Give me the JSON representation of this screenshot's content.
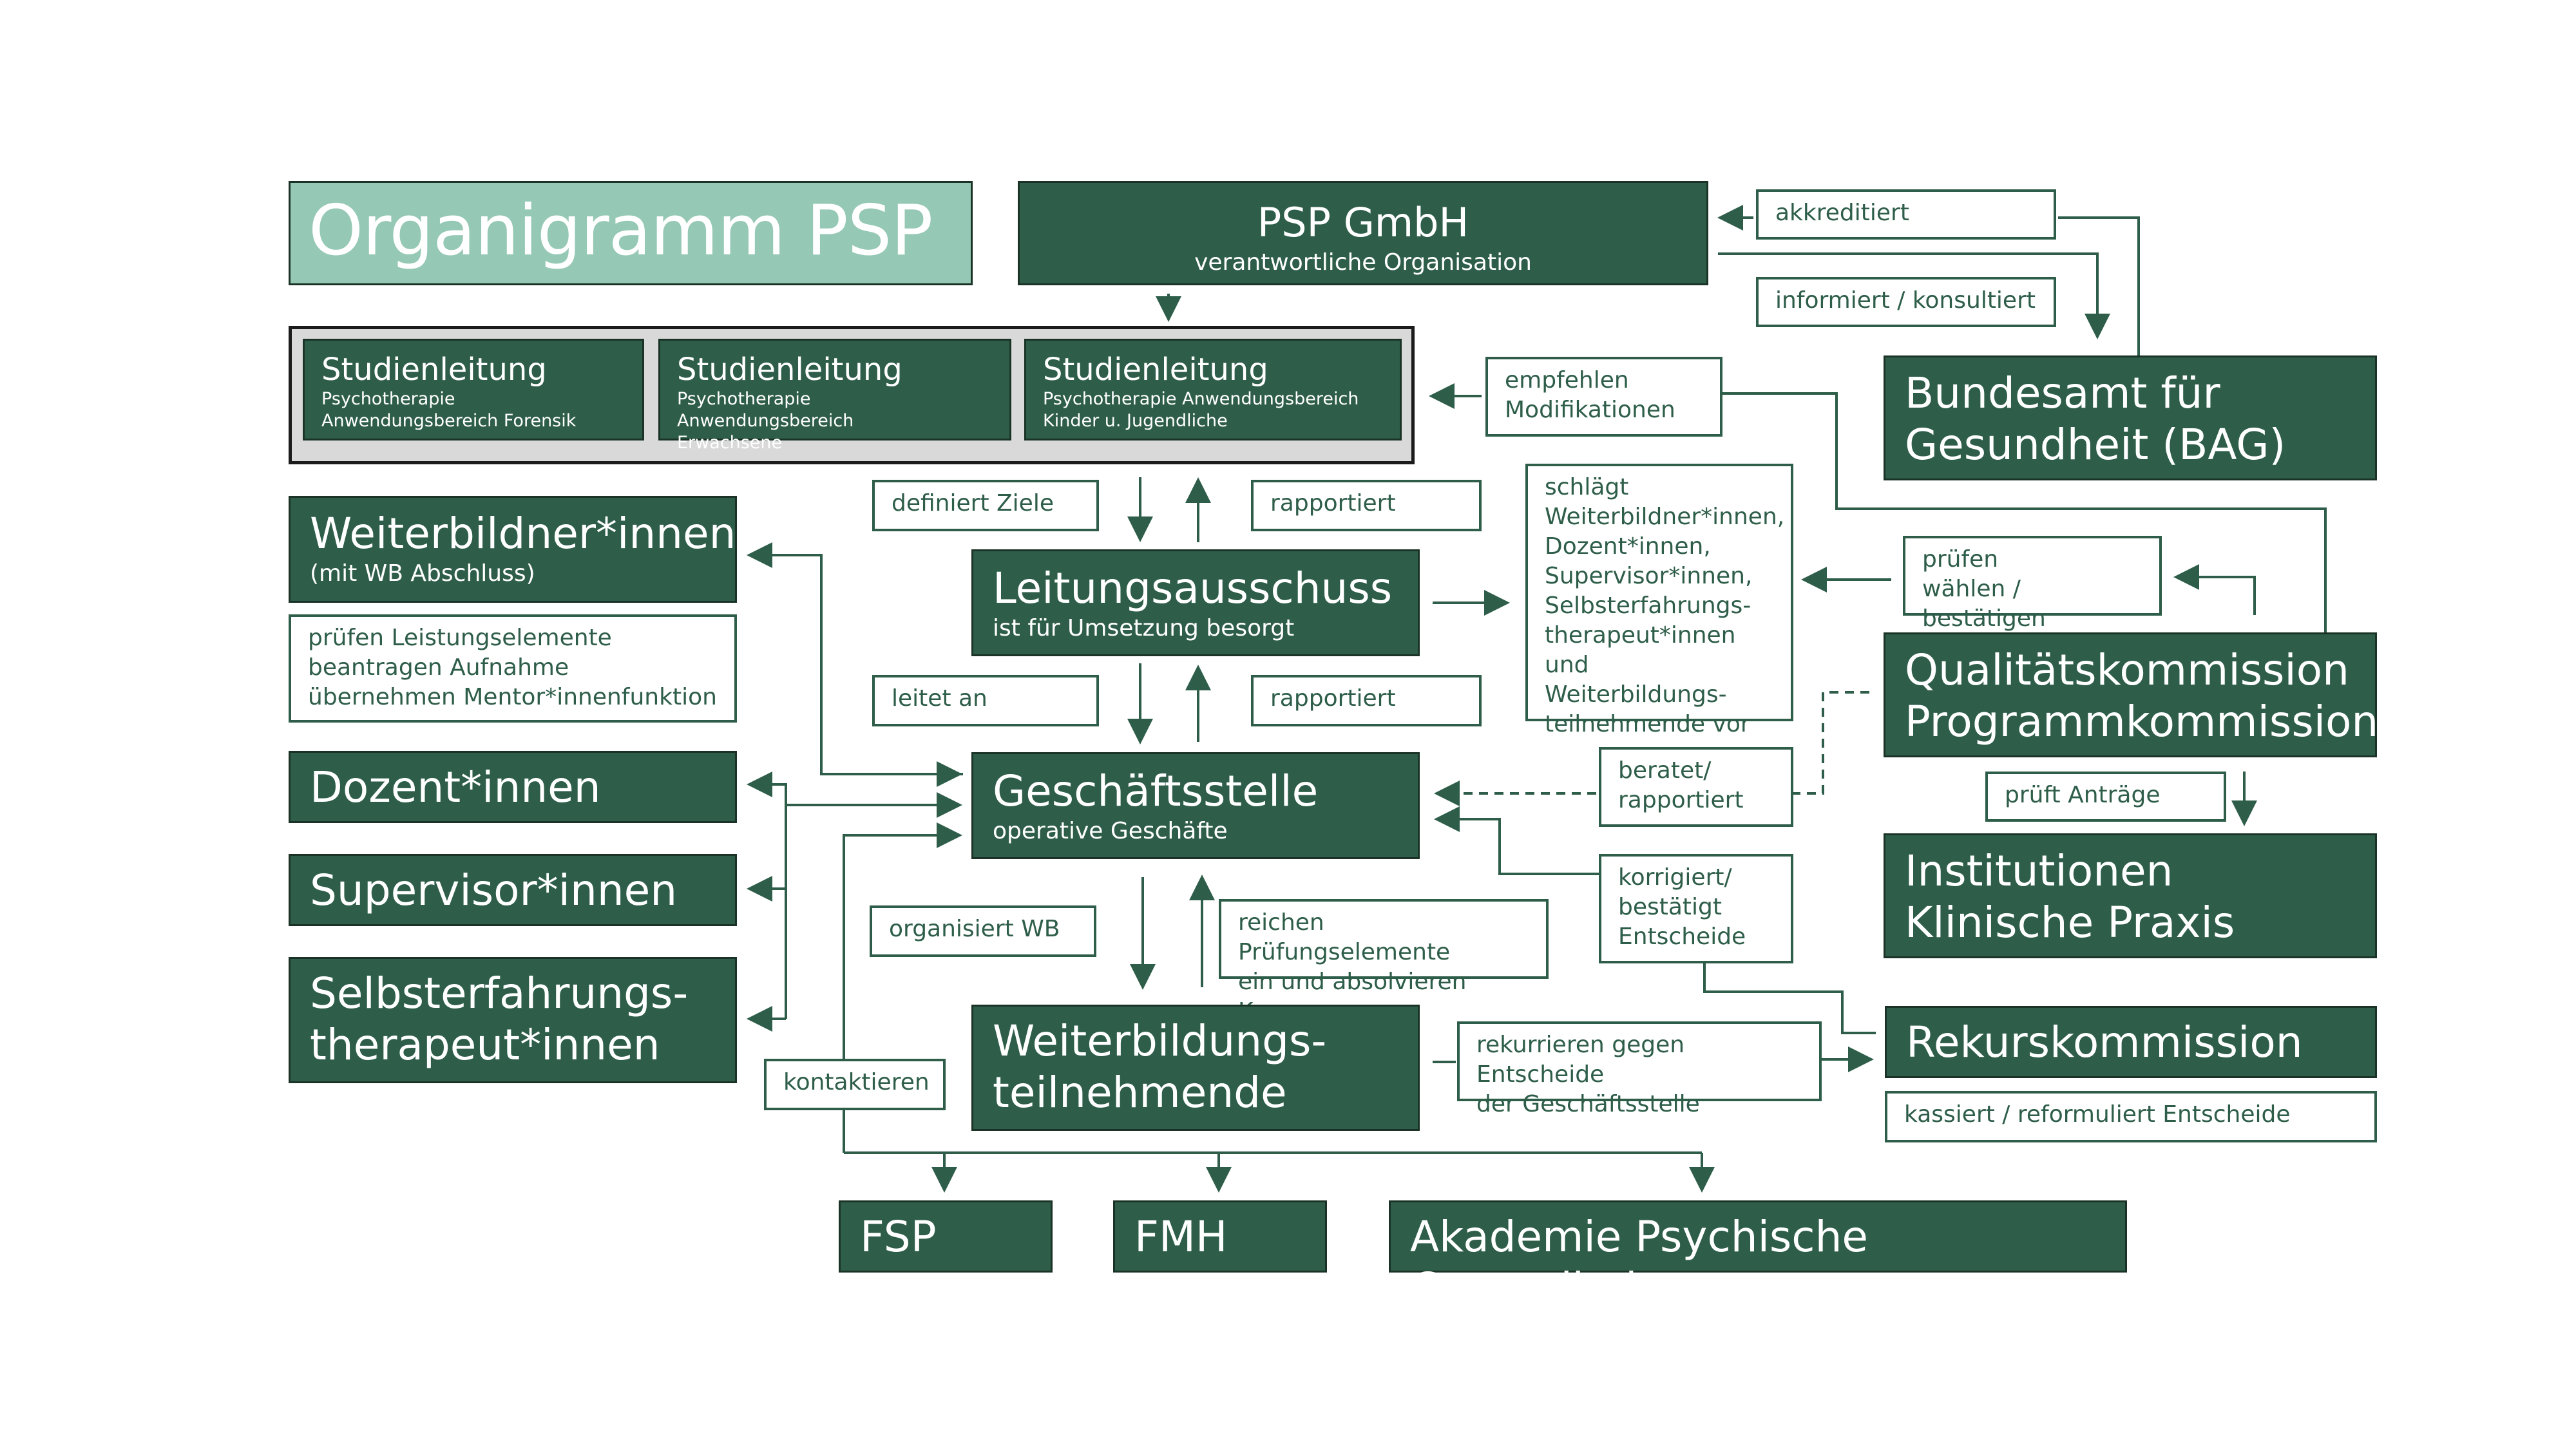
{
  "title": "Organigramm PSP",
  "psp": {
    "title": "PSP GmbH",
    "subtitle": "verantwortliche Organisation"
  },
  "studienleitung": [
    {
      "title": "Studienleitung",
      "sub1": "Psychotherapie",
      "sub2": "Anwendungsbereich Forensik"
    },
    {
      "title": "Studienleitung",
      "sub1": "Psychotherapie Anwendungsbereich",
      "sub2": "Erwachsene"
    },
    {
      "title": "Studienleitung",
      "sub1": "Psychotherapie Anwendungsbereich",
      "sub2": "Kinder u. Jugendliche"
    }
  ],
  "weiterbildner": {
    "title": "Weiterbildner*innen",
    "subtitle": "(mit WB Abschluss)"
  },
  "wb_tasks": "prüfen Leistungselemente\nbeantragen Aufnahme\nübernehmen Mentor*innenfunktion",
  "dozent": "Dozent*innen",
  "supervisor": "Supervisor*innen",
  "selbst": {
    "line1": "Selbsterfahrungs-",
    "line2": "therapeut*innen"
  },
  "leitung": {
    "title": "Leitungsausschuss",
    "subtitle": "ist für Umsetzung besorgt"
  },
  "geschaeft": {
    "title": "Geschäftsstelle",
    "subtitle": "operative Geschäfte"
  },
  "teilnehmende": {
    "line1": "Weiterbildungs-",
    "line2": "teilnehmende"
  },
  "bag": {
    "line1": "Bundesamt für",
    "line2": "Gesundheit (BAG)"
  },
  "qualitaet": {
    "line1": "Qualitätskommission",
    "line2": "Programmkommission"
  },
  "institutionen": {
    "line1": "Institutionen",
    "line2": "Klinische Praxis"
  },
  "rekurs": "Rekurskommission",
  "fsp": "FSP",
  "fmh": "FMH",
  "akademie": "Akademie Psychische Gesundheit",
  "labels": {
    "akkreditiert": "akkreditiert",
    "informiert": "informiert / konsultiert",
    "empfehlen": "empfehlen\nModifikationen",
    "schlaegt": "schlägt\nWeiterbildner*innen,\nDozent*innen,\nSupervisor*innen,\nSelbsterfahrungs-\ntherapeut*innen und\nWeiterbildungs-\nteilnehmende vor",
    "pruefen_waehlen": "prüfen\nwählen / bestätigen",
    "definiert": "definiert Ziele",
    "rapportiert1": "rapportiert",
    "leitet": "leitet an",
    "rapportiert2": "rapportiert",
    "beratet": "beratet/\nrapportiert",
    "prueft_antraege": "prüft Anträge",
    "korrigiert": "korrigiert/\nbestätigt\nEntscheide",
    "organisiert": "organisiert WB",
    "reichen": "reichen Prüfungselemente\nein und absolvieren Kurse",
    "rekurrieren": "rekurrieren gegen Entscheide\nder Geschäftsstelle",
    "kassiert": "kassiert / reformuliert Entscheide",
    "kontaktieren": "kontaktieren"
  },
  "colors": {
    "dark_green": "#2e5e49",
    "light_green": "#95c8b5",
    "border": "#1b3326",
    "group_bg": "#d9d9d9"
  }
}
